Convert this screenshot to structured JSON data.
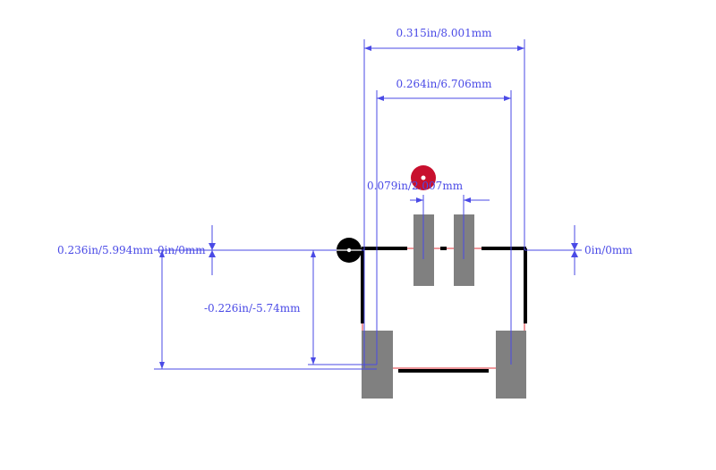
{
  "diagram": {
    "dimensions": {
      "width_overall": "0.315in/8.001mm",
      "width_inner": "0.264in/6.706mm",
      "pad_pitch": "0.079in/2.007mm",
      "height_left": "0.236in/5.994mm",
      "origin_left": "0in/0mm",
      "origin_right": "0in/0mm",
      "vertical_offset": "-0.226in/-5.74mm"
    },
    "colors": {
      "dimension": "#4a4ae6",
      "silkscreen": "#000000",
      "pad": "#808080",
      "courtyard": "#e0303a",
      "pin1_marker": "#c8102e"
    }
  }
}
